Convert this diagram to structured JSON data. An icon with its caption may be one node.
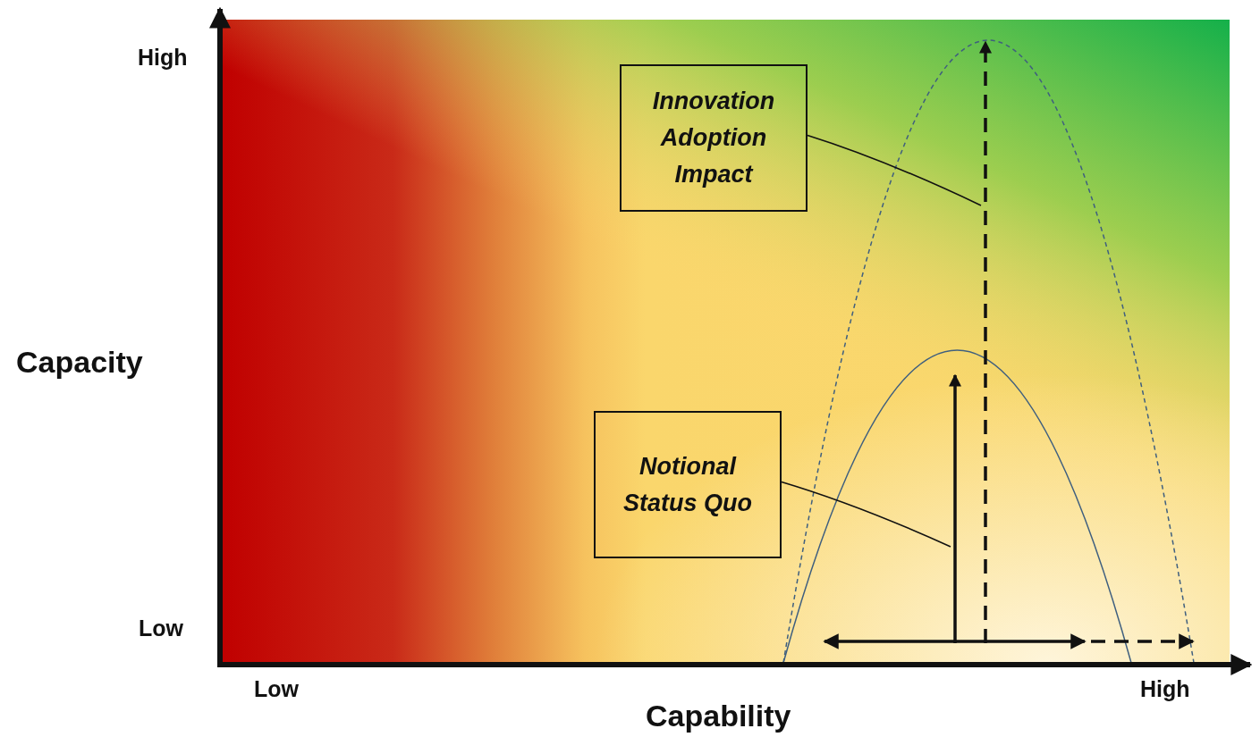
{
  "diagram": {
    "nodes": [
      {
        "text": [
          "Innovation Adoption Impact"
        ]
      },
      {
        "text": [],
        "shape": "arrow"
      },
      {
        "text": [
          "Notional Status Quo"
        ]
      },
      {
        "text": [],
        "shape": "arrow"
      }
    ],
    "edges": [
      {
        "from": 0,
        "to": 1,
        "arrow": "none"
      },
      {
        "from": 2,
        "to": 3,
        "arrow": "none"
      }
    ],
    "labels": [
      "High",
      "Capacity",
      "Low",
      "Low",
      "High",
      "Capability"
    ]
  }
}
